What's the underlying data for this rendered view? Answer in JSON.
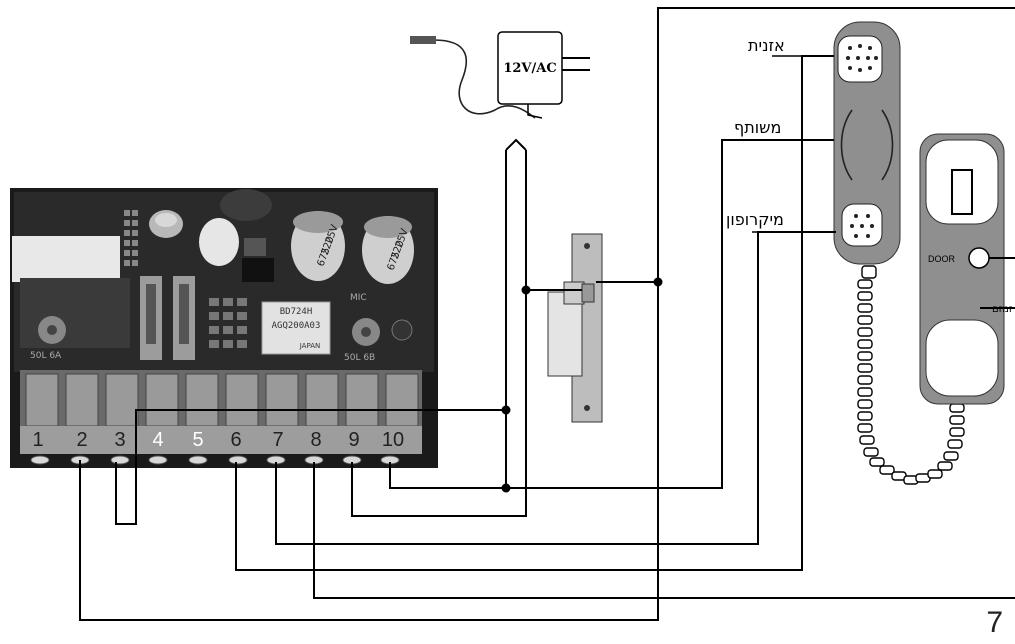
{
  "terminals": [
    "1",
    "2",
    "3",
    "4",
    "5",
    "6",
    "7",
    "8",
    "9",
    "10"
  ],
  "adapter_label": "12V/AC",
  "board_texts": {
    "relay_line1": "BD724H",
    "relay_line2": "AGQ200A03",
    "relay_line3": "JAPAN",
    "cap_text_a": "675",
    "cap_text_b": "220",
    "cap_text_c": "25V",
    "mic_label": "MIC",
    "pot_a": "50L 6A",
    "pot_b": "50L 6B"
  },
  "handset_labels": {
    "earpiece": "אזנית",
    "common": "משותף",
    "microphone": "מיקרופון"
  },
  "unit_labels": {
    "door": "DOOR",
    "buzzer": "זמזם"
  },
  "page_number": "7"
}
